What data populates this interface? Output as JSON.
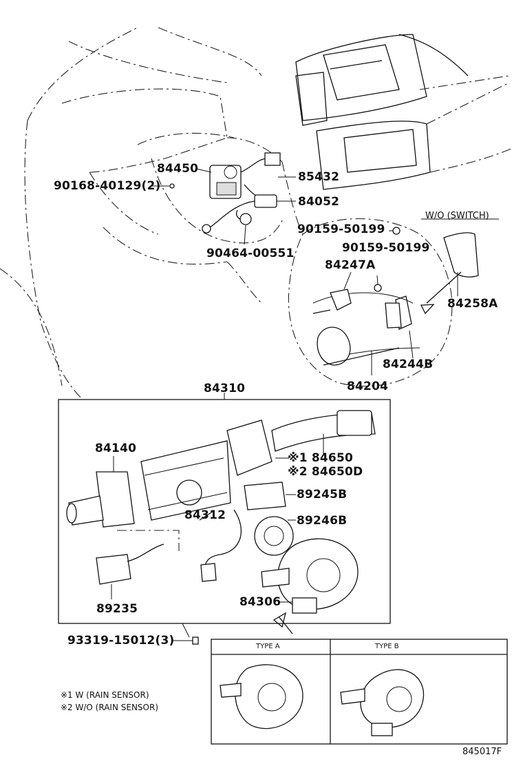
{
  "diagram_id": "845017F",
  "parts": {
    "p84450": "84450",
    "p90168": "90168-40129(2)",
    "p85432": "85432",
    "p84052": "84052",
    "p90464": "90464-00551",
    "p90159a": "90159-50199",
    "p90159b": "90159-50199",
    "wo_switch": "W/O (SWITCH)",
    "p84247A": "84247A",
    "p84258A": "84258A",
    "p84244B": "84244B",
    "p84204": "84204",
    "p84310": "84310",
    "p84140": "84140",
    "p84650_1": "※1 84650",
    "p84650_2": "※2 84650D",
    "p89245B": "89245B",
    "p84312": "84312",
    "p89246B": "89246B",
    "p89235": "89235",
    "p84306": "84306",
    "p93319": "93319-15012(3)"
  },
  "types": {
    "type_a": "TYPE A",
    "type_b": "TYPE B"
  },
  "notes": {
    "note1": "※1 W (RAIN SENSOR)",
    "note2": "※2 W/O (RAIN SENSOR)"
  }
}
